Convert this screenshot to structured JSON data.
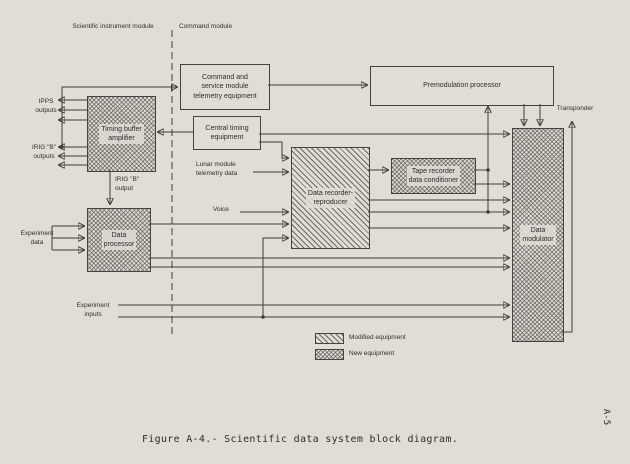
{
  "page": {
    "caption": "Figure A-4.- Scientific data system block diagram.",
    "side_label": "A-5"
  },
  "colors": {
    "paper": "#e0ddd6",
    "ink": "#3f3d39"
  },
  "headers": {
    "left": "Scientific instrument module",
    "right": "Command module"
  },
  "boxes": {
    "csm_telemetry": "Command and\nservice module\ntelemetry equipment",
    "premodulation": "Premodulation processor",
    "timing_buffer": "Timing buffer\namplifier",
    "central_timing": "Central timing\nequipment",
    "data_recorder": "Data recorder-\nreproducer",
    "tape_conditioner": "Tape recorder\ndata conditioner",
    "data_processor": "Data\nprocessor",
    "data_modulator": "Data\nmodulator"
  },
  "labels": {
    "ipps_outputs": "IPPS\noutputs",
    "irig_b_outputs": "IRIG \"B\"\noutputs",
    "irig_b_output": "IRIG \"B\"\noutput",
    "experiment_data": "Experiment\ndata",
    "lm_telemetry": "Lunar module\ntelemetry data",
    "voice": "Voice",
    "experiment_inputs": "Experiment\ninputs",
    "transponder": "Transponder"
  },
  "legend": {
    "modified": "Modified equipment",
    "new": "New equipment"
  },
  "connections": [
    "timing_buffer -> ipps_outputs",
    "timing_buffer -> irig_b_outputs",
    "timing_buffer -> csm_telemetry",
    "csm_telemetry -> premodulation",
    "central_timing -> timing_buffer",
    "timing_buffer -> data_processor (IRIG B output)",
    "experiment_data -> data_processor",
    "central_timing -> data_modulator",
    "central_timing -> data_recorder",
    "lm_telemetry -> data_recorder",
    "voice -> data_recorder",
    "data_processor -> data_recorder",
    "data_processor -> data_modulator",
    "data_recorder -> tape_conditioner",
    "tape_conditioner -> premodulation",
    "tape_conditioner -> data_modulator",
    "data_recorder -> data_modulator",
    "premodulation -> data_modulator",
    "experiment_inputs -> data_modulator",
    "experiment_inputs -> data_recorder",
    "data_modulator -> transponder"
  ]
}
